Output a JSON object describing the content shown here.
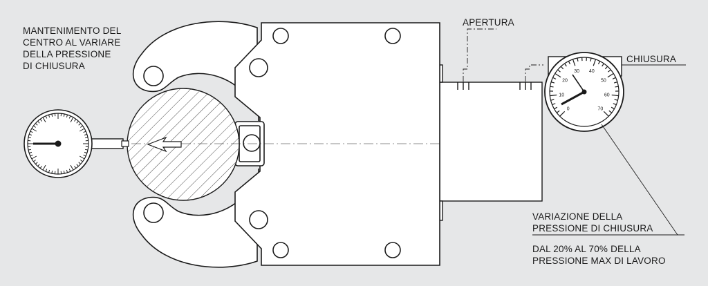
{
  "labels": {
    "centering": [
      "MANTENIMENTO  DEL",
      "CENTRO AL VARIARE",
      "DELLA PRESSIONE",
      "DI CHIUSURA"
    ],
    "opening": "APERTURA",
    "closing": "CHIUSURA",
    "variation": [
      "VARIAZIONE DELLA",
      "PRESSIONE DI CHIUSURA"
    ],
    "range": [
      "DAL 20% AL 70% DELLA",
      "PRESSIONE MAX DI LAVORO"
    ]
  },
  "gauge_scale": [
    "0",
    "10",
    "20",
    "30",
    "40",
    "50",
    "60",
    "70"
  ],
  "colors": {
    "background": "#e6e7e8",
    "line": "#1a1a1a",
    "fill": "#ffffff"
  }
}
